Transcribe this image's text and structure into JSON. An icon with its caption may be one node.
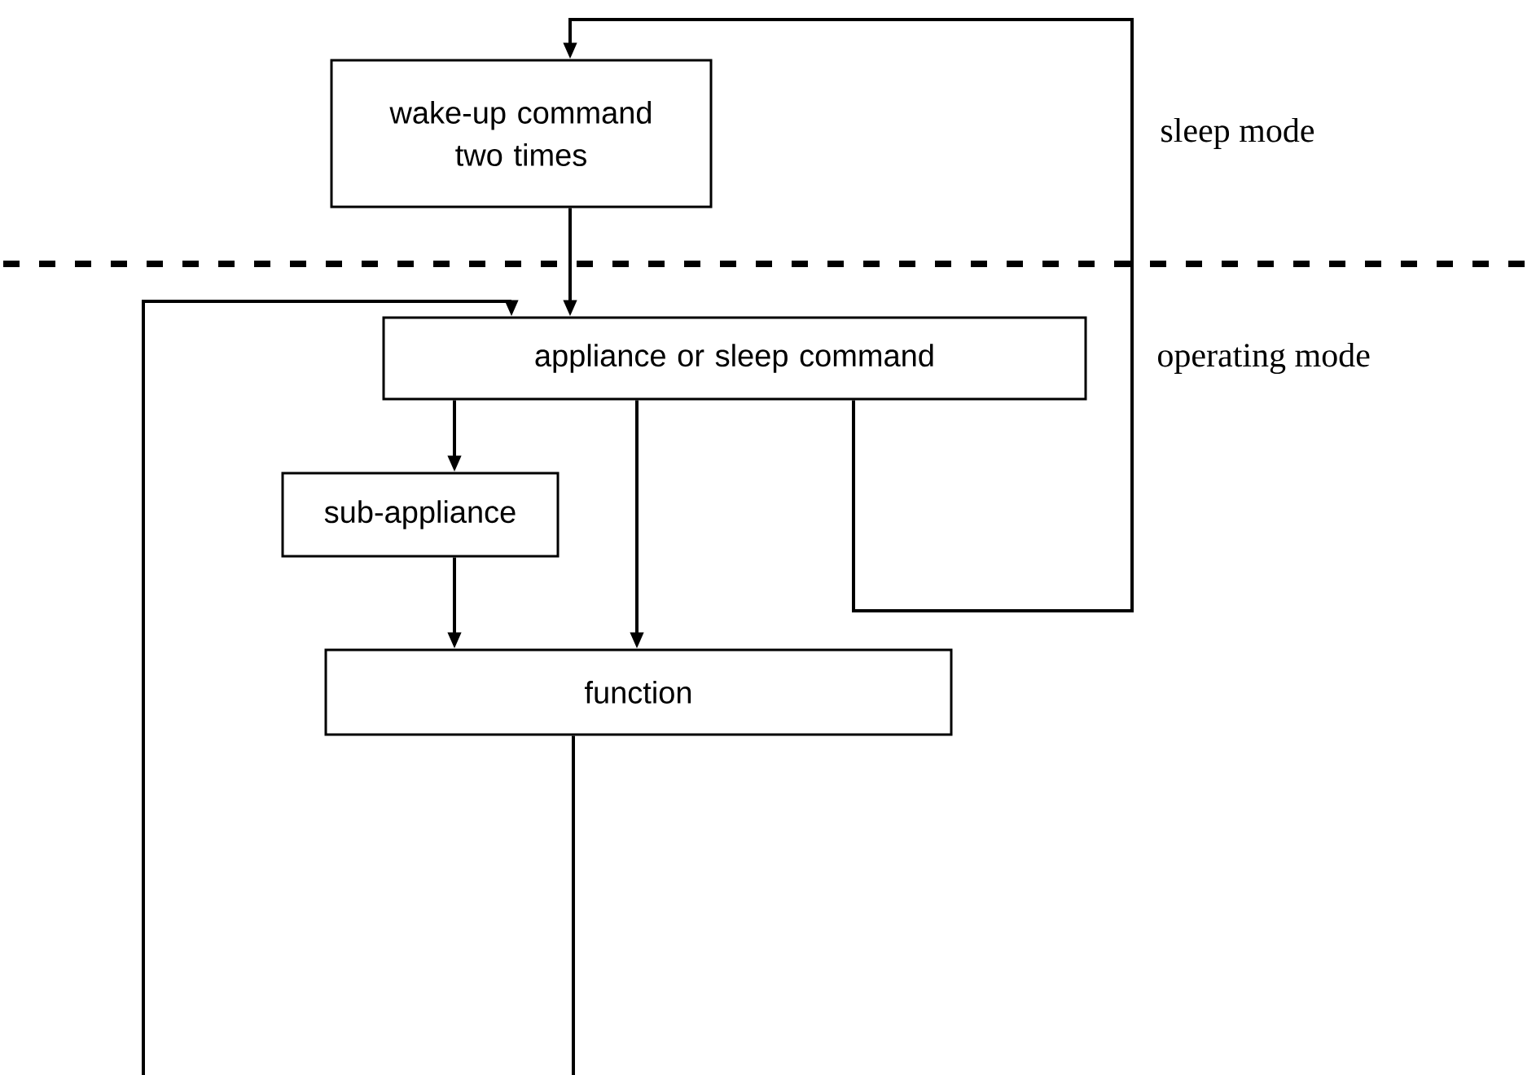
{
  "diagram": {
    "nodes": [
      {
        "text": [
          "wake-up command two times"
        ]
      },
      {
        "text": [
          "appliance or sleep command"
        ]
      },
      {
        "text": [
          "sub-appliance"
        ]
      },
      {
        "text": [
          "function"
        ]
      }
    ],
    "edges": [
      {
        "from": 1,
        "to": 0,
        "arrow": "to"
      },
      {
        "from": 0,
        "to": 1,
        "arrow": "to"
      },
      {
        "from": 1,
        "to": 2,
        "arrow": "to"
      },
      {
        "from": 1,
        "to": 3,
        "arrow": "to"
      },
      {
        "from": 2,
        "to": 3,
        "arrow": "to"
      },
      {
        "from": 3,
        "to": null,
        "arrow": "none"
      },
      {
        "from": null,
        "to": 1,
        "arrow": "to"
      }
    ],
    "labels": [
      "sleep mode",
      "operating mode"
    ]
  }
}
